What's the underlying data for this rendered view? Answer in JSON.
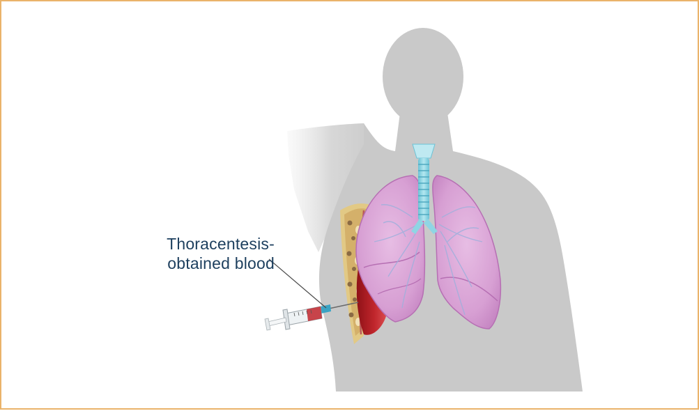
{
  "annotation": {
    "line1": "Thoracentesis-",
    "line2": "obtained blood"
  },
  "colors": {
    "frame": "#eab36a",
    "silhouette": "#c9c9c9",
    "lung_fill": "#dba2d6",
    "lung_vessels": "#9fb0dc",
    "trachea": "#86d3e3",
    "blood": "#b21d23",
    "chest_wall": "#d9c07a",
    "label_text": "#1d3f5e"
  },
  "icons": [
    "body-silhouette",
    "lungs",
    "trachea",
    "syringe",
    "chest-wall-cross-section",
    "blood-collection"
  ]
}
